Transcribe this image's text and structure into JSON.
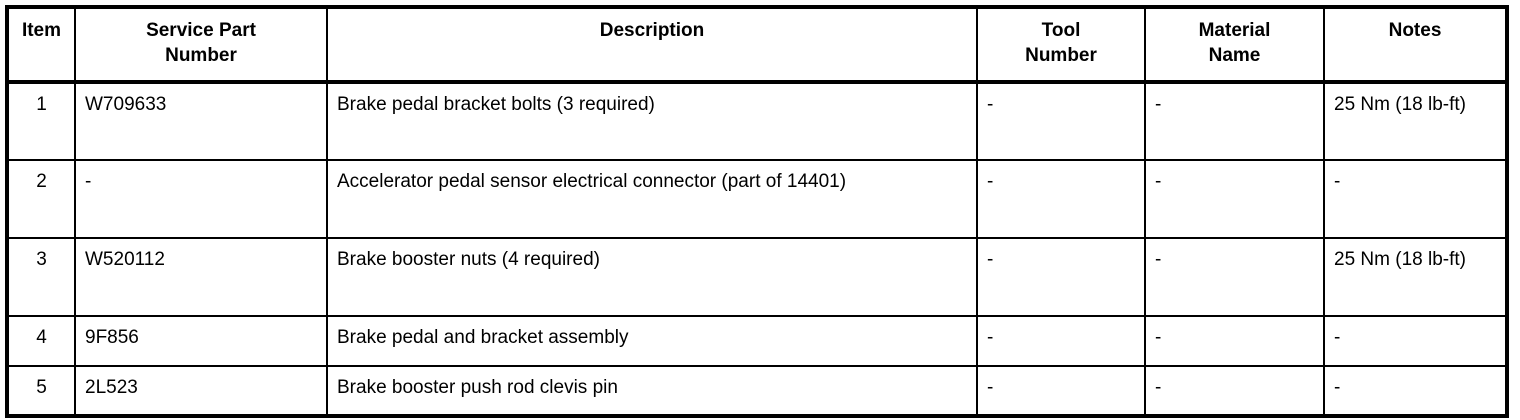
{
  "table": {
    "columns": [
      {
        "key": "item",
        "label": "Item"
      },
      {
        "key": "part",
        "label": "Service Part Number"
      },
      {
        "key": "desc",
        "label": "Description"
      },
      {
        "key": "tool",
        "label": "Tool Number"
      },
      {
        "key": "material",
        "label": "Material Name"
      },
      {
        "key": "notes",
        "label": "Notes"
      }
    ],
    "headers": {
      "item": "Item",
      "part_line1": "Service Part",
      "part_line2": "Number",
      "description": "Description",
      "tool_line1": "Tool",
      "tool_line2": "Number",
      "material_line1": "Material",
      "material_line2": "Name",
      "notes": "Notes"
    },
    "rows": [
      {
        "item": "1",
        "part": "W709633",
        "description": "Brake pedal bracket bolts (3 required)",
        "tool": "-",
        "material": "-",
        "notes": "25 Nm (18 lb-ft)"
      },
      {
        "item": "2",
        "part": "-",
        "description": "Accelerator pedal sensor electrical connector (part of 14401)",
        "tool": "-",
        "material": "-",
        "notes": "-"
      },
      {
        "item": "3",
        "part": "W520112",
        "description": "Brake booster nuts (4 required)",
        "tool": "-",
        "material": "-",
        "notes": "25 Nm (18 lb-ft)"
      },
      {
        "item": "4",
        "part": "9F856",
        "description": "Brake pedal and bracket assembly",
        "tool": "-",
        "material": "-",
        "notes": "-"
      },
      {
        "item": "5",
        "part": "2L523",
        "description": "Brake booster push rod clevis pin",
        "tool": "-",
        "material": "-",
        "notes": "-"
      }
    ]
  },
  "style": {
    "border_color": "#000000",
    "background": "#ffffff",
    "text_color": "#000000"
  }
}
